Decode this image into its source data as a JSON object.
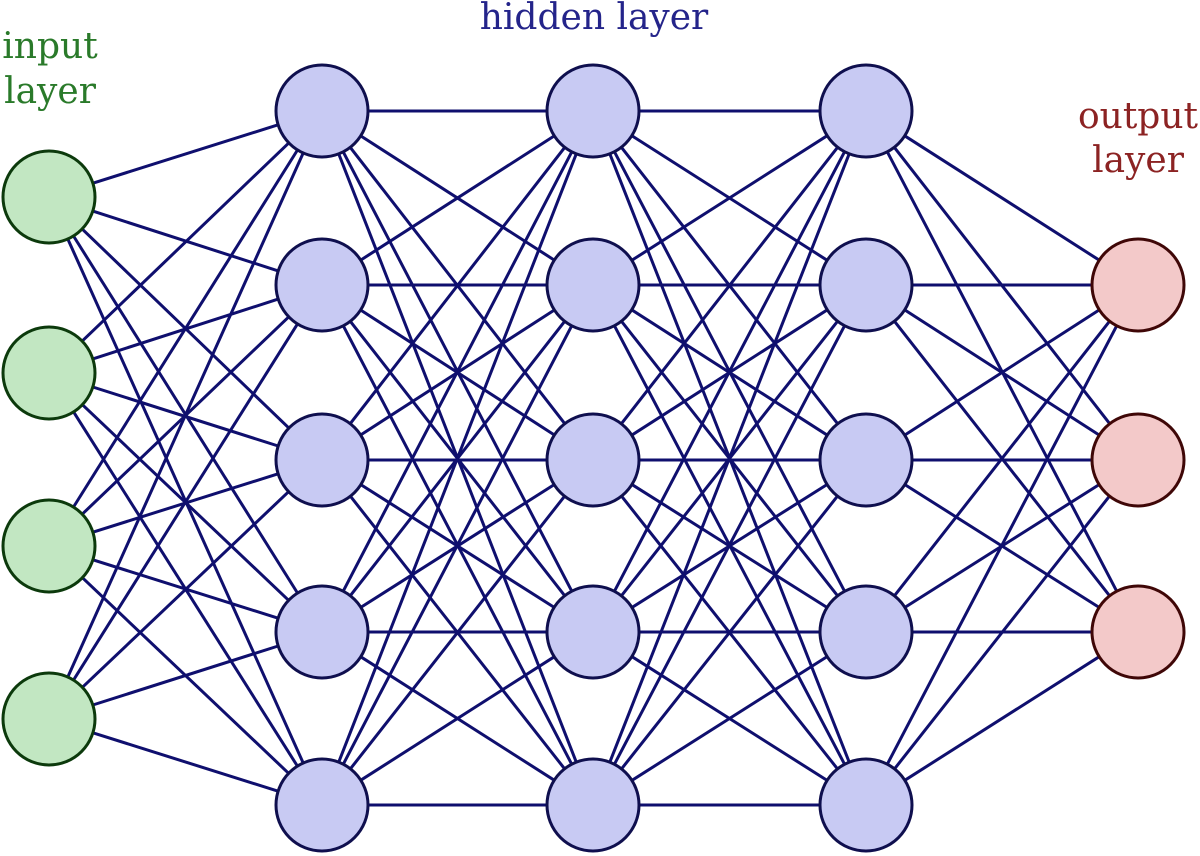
{
  "labels": {
    "input_line1": "input",
    "input_line2": "layer",
    "hidden": "hidden layer",
    "output_line1": "output",
    "output_line2": "layer"
  },
  "colors": {
    "edge": "#0f0f6e",
    "input_fill": "#c2e7c2",
    "input_stroke": "#0c3a0c",
    "input_text": "#2a7a2a",
    "hidden_fill": "#c8caf3",
    "hidden_stroke": "#0f0f4e",
    "hidden_text": "#24248a",
    "output_fill": "#f3c9c9",
    "output_stroke": "#3f0707",
    "output_text": "#8c2323"
  },
  "layers": [
    {
      "name": "input",
      "nodes": 4
    },
    {
      "name": "hidden-1",
      "nodes": 5
    },
    {
      "name": "hidden-2",
      "nodes": 5
    },
    {
      "name": "hidden-3",
      "nodes": 5
    },
    {
      "name": "output",
      "nodes": 3
    }
  ]
}
